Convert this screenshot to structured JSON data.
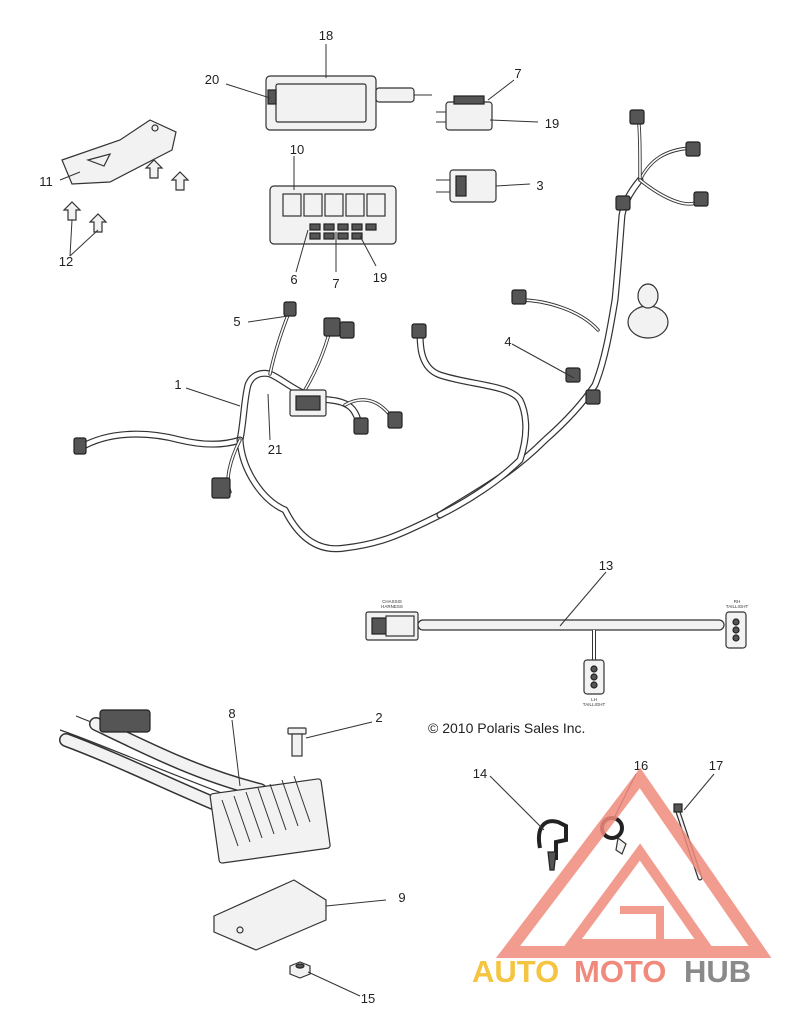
{
  "callouts": {
    "c1": "1",
    "c2": "2",
    "c3": "3",
    "c4": "4",
    "c5": "5",
    "c6": "6",
    "c7a": "7",
    "c7b": "7",
    "c8": "8",
    "c9": "9",
    "c10": "10",
    "c11": "11",
    "c12": "12",
    "c13": "13",
    "c14": "14",
    "c15": "15",
    "c16": "16",
    "c17": "17",
    "c18": "18",
    "c19a": "19",
    "c19b": "19",
    "c20": "20",
    "c21": "21"
  },
  "harness_labels": {
    "chassis_harness": [
      "CHASSIS",
      "HARNESS"
    ],
    "rh_taillight": [
      "RH",
      "TAILLIGHT"
    ],
    "lh_taillight": [
      "LH",
      "TAILLIGHT"
    ]
  },
  "copyright": "© 2010 Polaris Sales Inc.",
  "watermark": {
    "auto": "AUTO",
    "moto": "MOTO",
    "hub": "HUB",
    "colors": {
      "triangle": "#f08a7c",
      "auto": "#f5c542",
      "moto": "#f08a7c",
      "hub": "#8a8a8a"
    }
  }
}
